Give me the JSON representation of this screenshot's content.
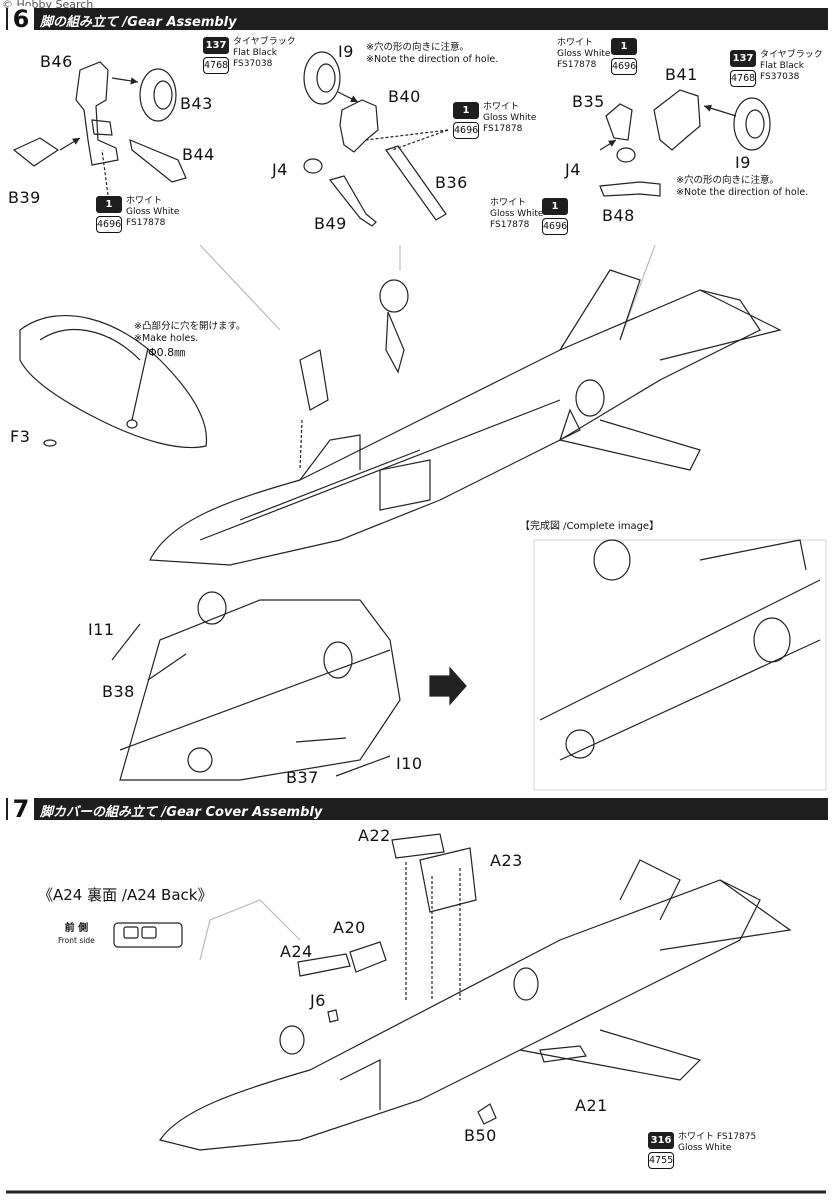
{
  "watermark": "© Hobby Search",
  "step6": {
    "number": "6",
    "title": "脚の組み立て /Gear Assembly",
    "paints": {
      "p137a": {
        "num": "137",
        "code": "4768",
        "jp": "タイヤブラック",
        "en": "Flat Black",
        "fs": "FS37038"
      },
      "p1a": {
        "num": "1",
        "code": "4696",
        "jp": "ホワイト",
        "en": "Gloss White",
        "fs": "FS17878"
      },
      "p1b": {
        "num": "1",
        "code": "4696",
        "jp": "ホワイト",
        "en": "Gloss White",
        "fs": "FS17878"
      },
      "p1c": {
        "num": "1",
        "code": "4696",
        "jp": "ホワイト",
        "en": "Gloss White",
        "fs": "FS17878"
      },
      "p137b": {
        "num": "137",
        "code": "4768",
        "jp": "タイヤブラック",
        "en": "Flat Black",
        "fs": "FS37038"
      },
      "p1d": {
        "num": "1",
        "code": "4696",
        "jp": "ホワイト",
        "en": "Gloss White",
        "fs": "FS17878"
      }
    },
    "notes": {
      "hole_jp_1": "※穴の形の向きに注意。",
      "hole_en_1": "※Note the direction of hole.",
      "hole_jp_2": "※穴の形の向きに注意。",
      "hole_en_2": "※Note the direction of hole.",
      "make_holes_jp": "※凸部分に穴を開けます。",
      "make_holes_en": "※Make holes.",
      "drill": "Φ0.8㎜"
    },
    "parts": {
      "B46": "B46",
      "B43": "B43",
      "B44": "B44",
      "B39": "B39",
      "I9a": "I9",
      "B40": "B40",
      "J4a": "J4",
      "B36": "B36",
      "B49": "B49",
      "B35": "B35",
      "B41": "B41",
      "J4b": "J4",
      "I9b": "I9",
      "B48": "B48",
      "F3": "F3",
      "I11": "I11",
      "B38": "B38",
      "B37": "B37",
      "I10": "I10"
    },
    "complete_image": "【完成図 /Complete image】"
  },
  "step7": {
    "number": "7",
    "title": "脚カバーの組み立て /Gear Cover Assembly",
    "back_note": "《A24 裏面 /A24 Back》",
    "front_side_jp": "前 側",
    "front_side_en": "Front side",
    "parts": {
      "A22": "A22",
      "A23": "A23",
      "A20": "A20",
      "A24": "A24",
      "J6": "J6",
      "A21": "A21",
      "B50": "B50"
    },
    "paint": {
      "num": "316",
      "code": "4755",
      "jp": "ホワイト FS17875",
      "en": "Gloss White"
    }
  }
}
